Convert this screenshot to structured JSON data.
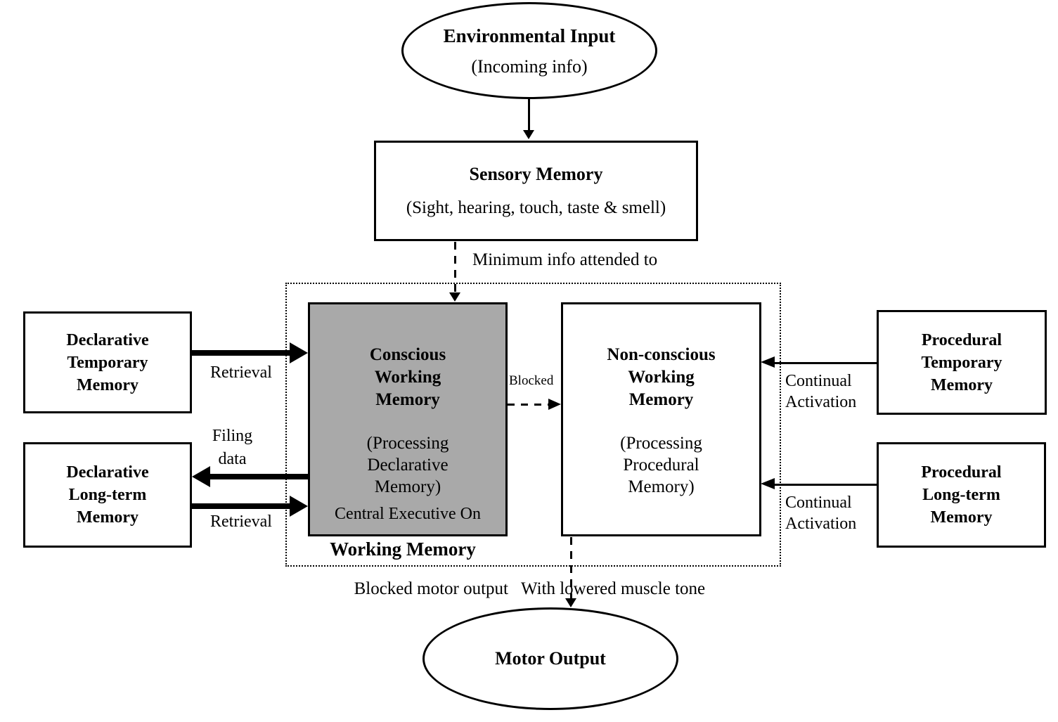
{
  "diagram": {
    "nodes": {
      "environmental_input": {
        "title": "Environmental Input",
        "subtitle": "(Incoming info)"
      },
      "sensory_memory": {
        "title": "Sensory Memory",
        "subtitle": "(Sight, hearing, touch, taste & smell)"
      },
      "conscious_working_memory": {
        "title": "Conscious\nWorking\nMemory",
        "subtitle": "(Processing\nDeclarative\nMemory)",
        "footer": "Central Executive On"
      },
      "non_conscious_working_memory": {
        "title": "Non-conscious\nWorking\nMemory",
        "subtitle": "(Processing\nProcedural\nMemory)"
      },
      "declarative_temporary_memory": {
        "title": "Declarative\nTemporary\nMemory"
      },
      "declarative_long_term_memory": {
        "title": "Declarative\nLong-term\nMemory"
      },
      "procedural_temporary_memory": {
        "title": "Procedural\nTemporary\nMemory"
      },
      "procedural_long_term_memory": {
        "title": "Procedural\nLong-term\nMemory"
      },
      "motor_output": {
        "title": "Motor Output"
      },
      "working_memory_group": {
        "label": "Working Memory"
      }
    },
    "edge_labels": {
      "minimum_info": "Minimum info attended to",
      "retrieval_temporary": "Retrieval",
      "filing_data": "Filing\ndata",
      "retrieval_long_term": "Retrieval",
      "blocked": "Blocked",
      "continual_activation_temporary": "Continual\nActivation",
      "continual_activation_long_term": "Continual\nActivation",
      "blocked_motor_output": "Blocked motor output",
      "with_lowered_muscle_tone": "With lowered muscle tone"
    },
    "colors": {
      "conscious_box_fill": "#a9a9a9",
      "line": "#000000",
      "background": "#ffffff"
    }
  }
}
